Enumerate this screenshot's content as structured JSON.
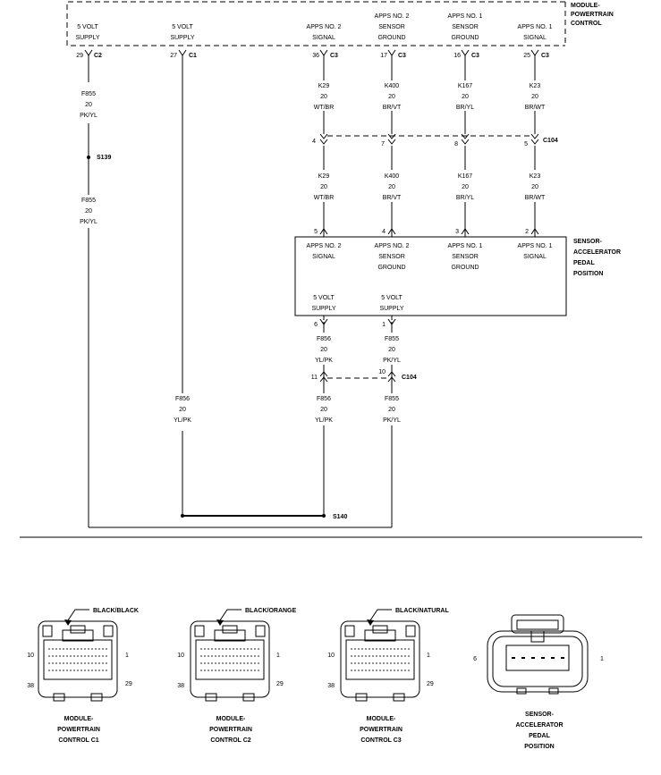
{
  "pcm_box": {
    "label": [
      "MODULE-",
      "POWERTRAIN",
      "CONTROL"
    ],
    "pins": [
      {
        "label": [
          "5 VOLT",
          "SUPPLY"
        ],
        "pin": "29",
        "conn": "C2"
      },
      {
        "label": [
          "5 VOLT",
          "SUPPLY"
        ],
        "pin": "27",
        "conn": "C1"
      },
      {
        "label": [
          "APPS NO. 2",
          "SIGNAL"
        ],
        "pin": "36",
        "conn": "C3"
      },
      {
        "label": [
          "APPS NO. 2",
          "SENSOR",
          "GROUND"
        ],
        "pin": "17",
        "conn": "C3"
      },
      {
        "label": [
          "APPS NO. 1",
          "SENSOR",
          "GROUND"
        ],
        "pin": "16",
        "conn": "C3"
      },
      {
        "label": [
          "APPS NO. 1",
          "SIGNAL"
        ],
        "pin": "25",
        "conn": "C3"
      }
    ]
  },
  "wires_upper": [
    {
      "code": "K29",
      "gauge": "20",
      "color": "WT/BR"
    },
    {
      "code": "K400",
      "gauge": "20",
      "color": "BR/VT"
    },
    {
      "code": "K167",
      "gauge": "20",
      "color": "BR/YL"
    },
    {
      "code": "K23",
      "gauge": "20",
      "color": "BR/WT"
    }
  ],
  "c104_top": {
    "pins": [
      "4",
      "7",
      "8",
      "5"
    ],
    "label": "C104"
  },
  "wires_mid": [
    {
      "code": "K29",
      "gauge": "20",
      "color": "WT/BR"
    },
    {
      "code": "K400",
      "gauge": "20",
      "color": "BR/VT"
    },
    {
      "code": "K167",
      "gauge": "20",
      "color": "BR/YL"
    },
    {
      "code": "K23",
      "gauge": "20",
      "color": "BR/WT"
    }
  ],
  "sensor_pins_top": [
    "5",
    "4",
    "3",
    "2"
  ],
  "sensor_box": {
    "label": [
      "SENSOR-",
      "ACCELERATOR",
      "PEDAL",
      "POSITION"
    ],
    "top_pins": [
      [
        "APPS NO. 2",
        "SIGNAL"
      ],
      [
        "APPS NO. 2",
        "SENSOR",
        "GROUND"
      ],
      [
        "APPS NO. 1",
        "SENSOR",
        "GROUND"
      ],
      [
        "APPS NO. 1",
        "SIGNAL"
      ]
    ],
    "bottom_pins": [
      [
        "5 VOLT",
        "SUPPLY"
      ],
      [
        "5 VOLT",
        "SUPPLY"
      ]
    ]
  },
  "sensor_pins_bottom": [
    "6",
    "1"
  ],
  "wires_low": [
    {
      "code": "F856",
      "gauge": "20",
      "color": "YL/PK"
    },
    {
      "code": "F855",
      "gauge": "20",
      "color": "PK/YL"
    }
  ],
  "c104_bottom": {
    "pins": [
      "11",
      "10"
    ],
    "label": "C104"
  },
  "wires_bottom": [
    {
      "code": "F856",
      "gauge": "20",
      "color": "YL/PK"
    },
    {
      "code": "F855",
      "gauge": "20",
      "color": "PK/YL"
    }
  ],
  "left_wire_upper": {
    "code": "F855",
    "gauge": "20",
    "color": "PK/YL"
  },
  "splice_s139": "S139",
  "left_wire_lower": {
    "code": "F855",
    "gauge": "20",
    "color": "PK/YL"
  },
  "c1_wire": {
    "code": "F856",
    "gauge": "20",
    "color": "YL/PK"
  },
  "splice_s140": "S140",
  "connector_views": [
    {
      "color_label": "BLACK/BLACK",
      "pin_left": "10",
      "pin_right": "1",
      "pin_bl": "38",
      "pin_br": "29",
      "caption": [
        "MODULE-",
        "POWERTRAIN",
        "CONTROL C1"
      ]
    },
    {
      "color_label": "BLACK/ORANGE",
      "pin_left": "10",
      "pin_right": "1",
      "pin_bl": "38",
      "pin_br": "29",
      "caption": [
        "MODULE-",
        "POWERTRAIN",
        "CONTROL C2"
      ]
    },
    {
      "color_label": "BLACK/NATURAL",
      "pin_left": "10",
      "pin_right": "1",
      "pin_bl": "38",
      "pin_br": "29",
      "caption": [
        "MODULE-",
        "POWERTRAIN",
        "CONTROL C3"
      ]
    }
  ],
  "sensor_view": {
    "pin_left": "6",
    "pin_right": "1",
    "caption": [
      "SENSOR-",
      "ACCELERATOR",
      "PEDAL",
      "POSITION"
    ]
  }
}
